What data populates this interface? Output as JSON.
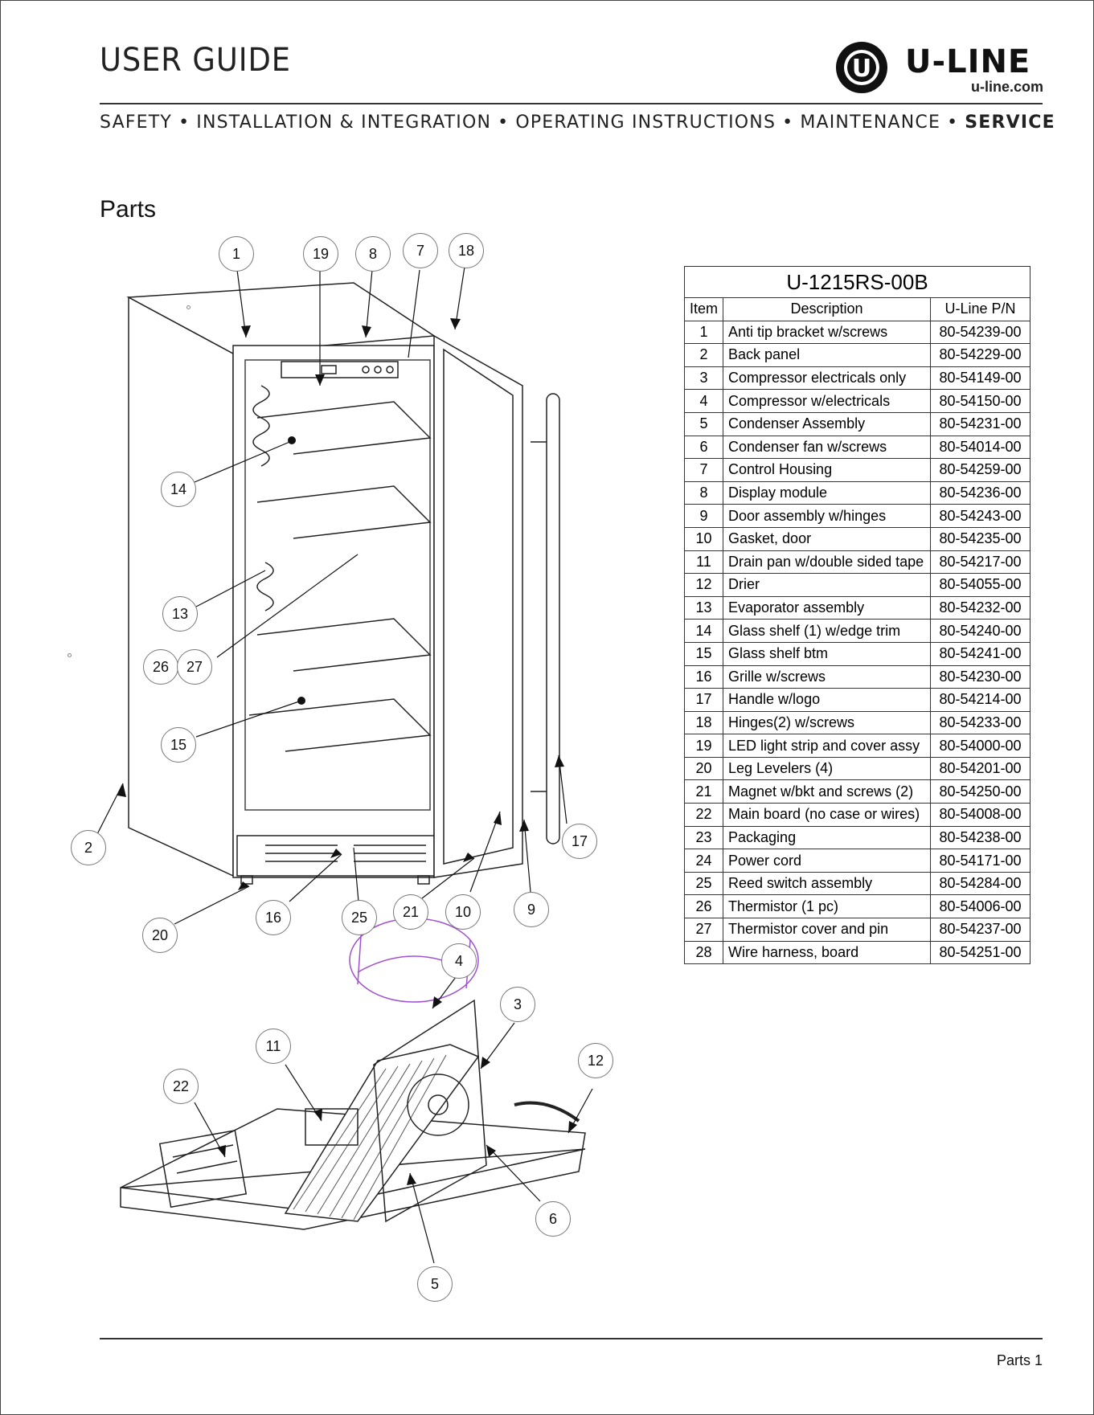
{
  "header": {
    "doc_title": "USER GUIDE",
    "brand_mark": "U",
    "brand_name": "U-LINE",
    "brand_url": "u-line.com",
    "nav": [
      "SAFETY",
      "INSTALLATION & INTEGRATION",
      "OPERATING INSTRUCTIONS",
      "MAINTENANCE",
      "SERVICE"
    ],
    "nav_separator": "•"
  },
  "section_title": "Parts",
  "diagram": {
    "callouts": [
      "1",
      "19",
      "8",
      "7",
      "18",
      "14",
      "13",
      "26",
      "27",
      "15",
      "2",
      "17",
      "20",
      "16",
      "25",
      "21",
      "10",
      "9",
      "4",
      "3",
      "11",
      "12",
      "22",
      "6",
      "5"
    ]
  },
  "parts_table": {
    "model": "U-1215RS-00B",
    "headers": [
      "Item",
      "Description",
      "U-Line P/N"
    ],
    "rows": [
      [
        "1",
        "Anti tip bracket w/screws",
        "80-54239-00"
      ],
      [
        "2",
        "Back panel",
        "80-54229-00"
      ],
      [
        "3",
        "Compressor electricals only",
        "80-54149-00"
      ],
      [
        "4",
        "Compressor w/electricals",
        "80-54150-00"
      ],
      [
        "5",
        "Condenser Assembly",
        "80-54231-00"
      ],
      [
        "6",
        "Condenser fan w/screws",
        "80-54014-00"
      ],
      [
        "7",
        "Control Housing",
        "80-54259-00"
      ],
      [
        "8",
        "Display module",
        "80-54236-00"
      ],
      [
        "9",
        "Door assembly w/hinges",
        "80-54243-00"
      ],
      [
        "10",
        "Gasket, door",
        "80-54235-00"
      ],
      [
        "11",
        "Drain pan w/double sided tape",
        "80-54217-00"
      ],
      [
        "12",
        "Drier",
        "80-54055-00"
      ],
      [
        "13",
        "Evaporator assembly",
        "80-54232-00"
      ],
      [
        "14",
        "Glass shelf (1) w/edge trim",
        "80-54240-00"
      ],
      [
        "15",
        "Glass shelf btm",
        "80-54241-00"
      ],
      [
        "16",
        "Grille w/screws",
        "80-54230-00"
      ],
      [
        "17",
        "Handle w/logo",
        "80-54214-00"
      ],
      [
        "18",
        "Hinges(2) w/screws",
        "80-54233-00"
      ],
      [
        "19",
        "LED light strip and cover assy",
        "80-54000-00"
      ],
      [
        "20",
        "Leg Levelers (4)",
        "80-54201-00"
      ],
      [
        "21",
        "Magnet w/bkt and screws (2)",
        "80-54250-00"
      ],
      [
        "22",
        "Main board (no case or wires)",
        "80-54008-00"
      ],
      [
        "23",
        "Packaging",
        "80-54238-00"
      ],
      [
        "24",
        "Power cord",
        "80-54171-00"
      ],
      [
        "25",
        "Reed switch assembly",
        "80-54284-00"
      ],
      [
        "26",
        "Thermistor (1 pc)",
        "80-54006-00"
      ],
      [
        "27",
        "Thermistor cover and pin",
        "80-54237-00"
      ],
      [
        "28",
        "Wire harness, board",
        "80-54251-00"
      ]
    ]
  },
  "footer": {
    "page_label": "Parts 1"
  }
}
